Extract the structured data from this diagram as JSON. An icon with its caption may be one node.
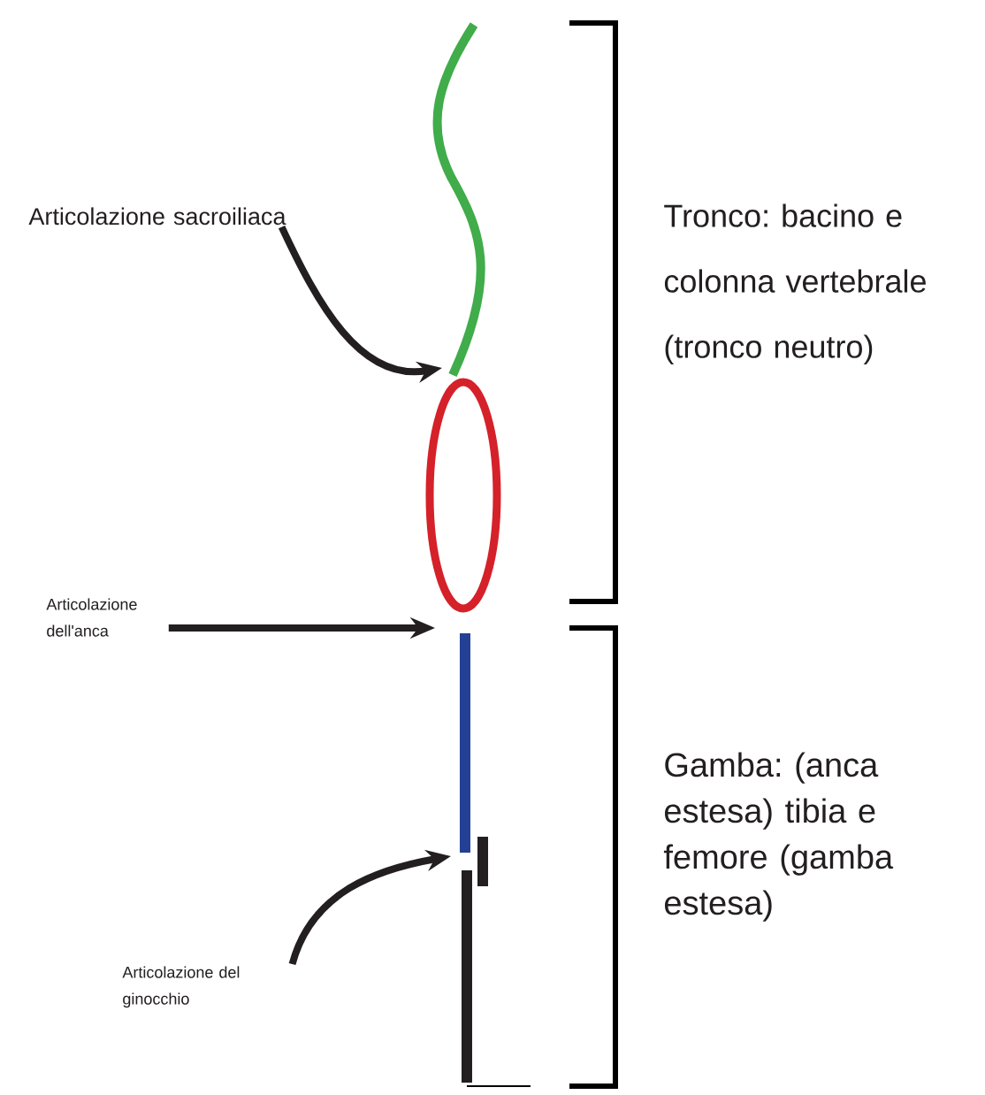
{
  "diagram": {
    "nodes": [
      {
        "text": [
          "Articolazione sacroiliaca"
        ]
      },
      {
        "text": [
          "Articolazione dell'anca"
        ]
      },
      {
        "text": [
          "Articolazione del ginocchio"
        ]
      }
    ],
    "edges": [
      {
        "from": 0,
        "to": null,
        "arrow": "to"
      },
      {
        "from": 1,
        "to": null,
        "arrow": "to"
      },
      {
        "from": 2,
        "to": null,
        "arrow": "to"
      }
    ],
    "labels": [
      "Tronco: bacino e colonna vertebrale (tronco neutro)",
      "Gamba: (anca estesa) tibia e femore (gamba estesa)"
    ]
  }
}
